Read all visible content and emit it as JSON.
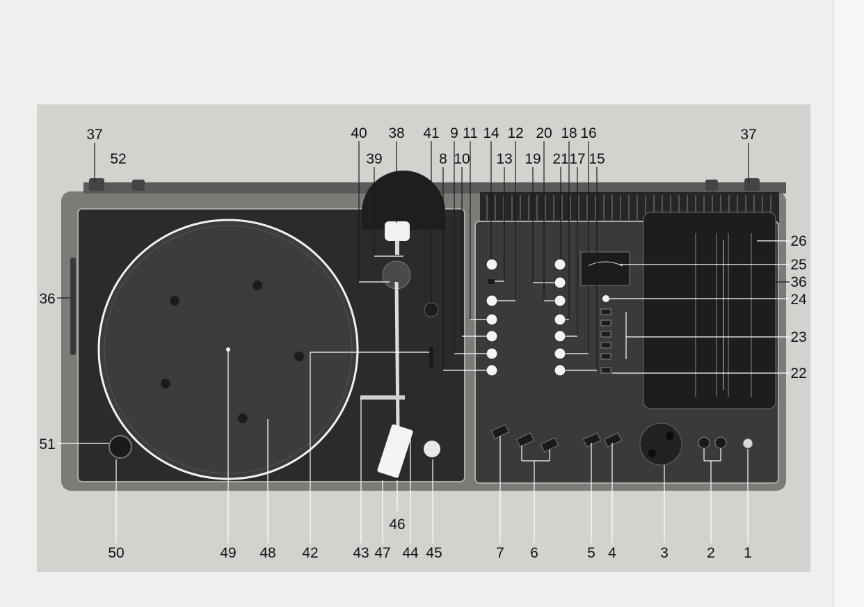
{
  "figure": {
    "callouts": {
      "c1": "1",
      "c2": "2",
      "c3": "3",
      "c4": "4",
      "c5": "5",
      "c6": "6",
      "c7": "7",
      "c8": "8",
      "c9": "9",
      "c10": "10",
      "c11": "11",
      "c12": "12",
      "c13": "13",
      "c14": "14",
      "c15": "15",
      "c16": "16",
      "c17": "17",
      "c18": "18",
      "c19": "19",
      "c20": "20",
      "c21": "21",
      "c22": "22",
      "c23": "23",
      "c24": "24",
      "c25": "25",
      "c26": "26",
      "c36l": "36",
      "c36r": "36",
      "c37l": "37",
      "c37r": "37",
      "c38": "38",
      "c39": "39",
      "c40": "40",
      "c41": "41",
      "c42": "42",
      "c43": "43",
      "c44": "44",
      "c45": "45",
      "c46": "46",
      "c47": "47",
      "c48": "48",
      "c49": "49",
      "c50": "50",
      "c51": "51",
      "c52": "52"
    },
    "colors": {
      "background": "#d2d2cf",
      "body": "#7b7b78",
      "deck": "#2b2b2a",
      "panel": "#3a3a39",
      "buttons": "#f4f4f2"
    }
  }
}
